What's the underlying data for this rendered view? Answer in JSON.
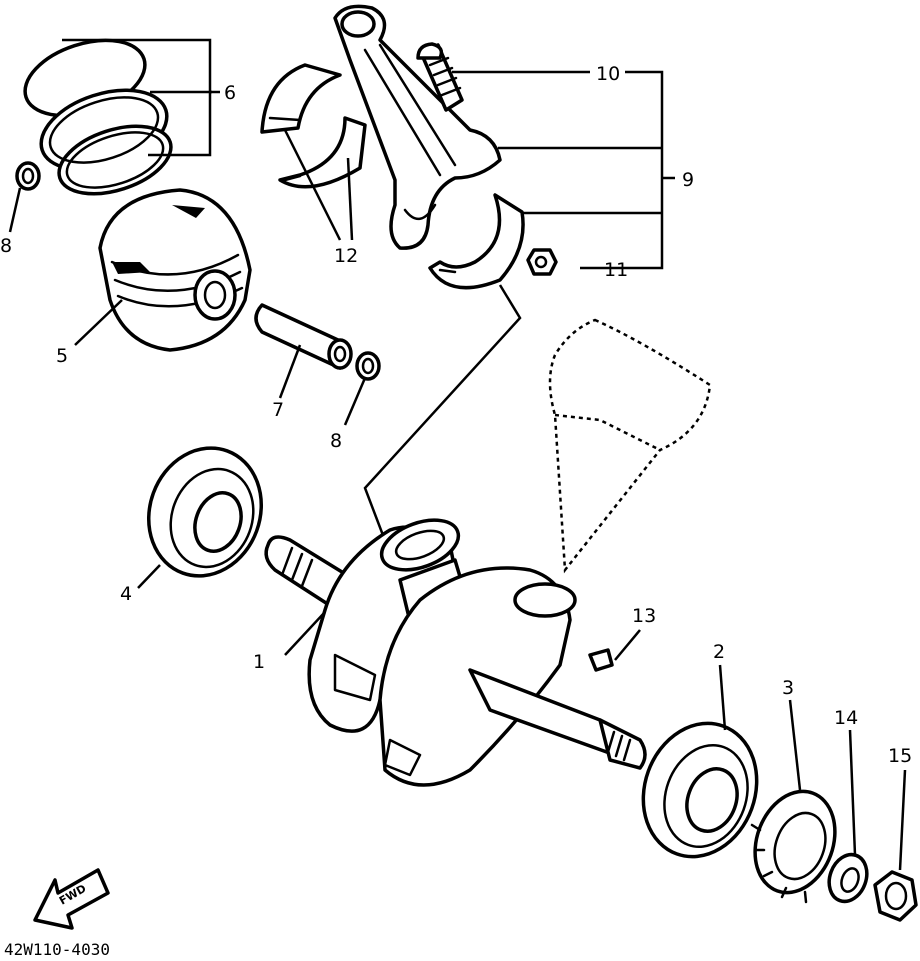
{
  "diagram": {
    "drawing_code": "42W110-4030",
    "fwd_label": "FWD",
    "callouts": {
      "crankshaft": "1",
      "bearing_right": "2",
      "gear": "3",
      "bearing_left": "4",
      "piston": "5",
      "ring_set": "6",
      "piston_pin": "7",
      "clip_left": "8",
      "clip_right": "8",
      "conrod_assy": "9",
      "bolt": "10",
      "nut": "11",
      "big_end_bearing": "12",
      "key": "13",
      "washer": "14",
      "nut_end": "15"
    }
  }
}
